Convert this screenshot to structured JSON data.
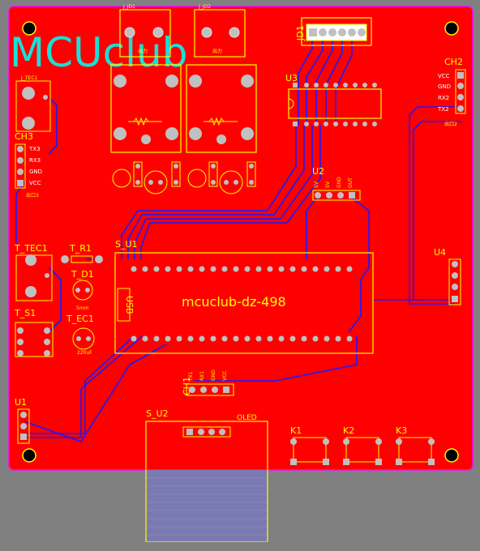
{
  "watermark": "MCUclub",
  "board_label": "mcuclub-dz-498",
  "labels": {
    "j_jd1": "J_JD1",
    "j_jd2": "J_JD2",
    "jd1": "JD1",
    "u3": "U3",
    "ch2": "CH2",
    "ch2_pins": [
      "VCC",
      "GND",
      "RX2",
      "TX2"
    ],
    "ch2_out": "出口2",
    "j_tec1": "J_TEC1",
    "ch3": "CH3",
    "ch3_pins": [
      "TX3",
      "RX3",
      "GND",
      "VCC"
    ],
    "ch3_out": "出口3",
    "u2": "U2",
    "u2_pins": [
      "5V",
      "5V",
      "GND",
      "OUT"
    ],
    "t_tec1": "T_TEC1",
    "t_r1": "T_R1",
    "s_u1": "S_U1",
    "t_d1": "T_D1",
    "t_d1_val": "5mm",
    "t_s1": "T_S1",
    "t_ec1": "T_EC1",
    "t_ec1_val": "220uF",
    "usb": "USB",
    "u4": "U4",
    "ch1": "CH1",
    "ch1_pins": [
      "TX1",
      "RX1",
      "GND",
      "VCC"
    ],
    "u1": "U1",
    "s_u2": "S_U2",
    "oled": "OLED",
    "k1": "K1",
    "k2": "K2",
    "k3": "K3",
    "j_out": "出力"
  },
  "colors": {
    "board": "#ff0000",
    "silk": "#ffff00",
    "trace_bottom": "#1a1aff",
    "pad": "#c0c0c0",
    "outline": "#ff00ff",
    "watermark": "#19e0d8"
  }
}
